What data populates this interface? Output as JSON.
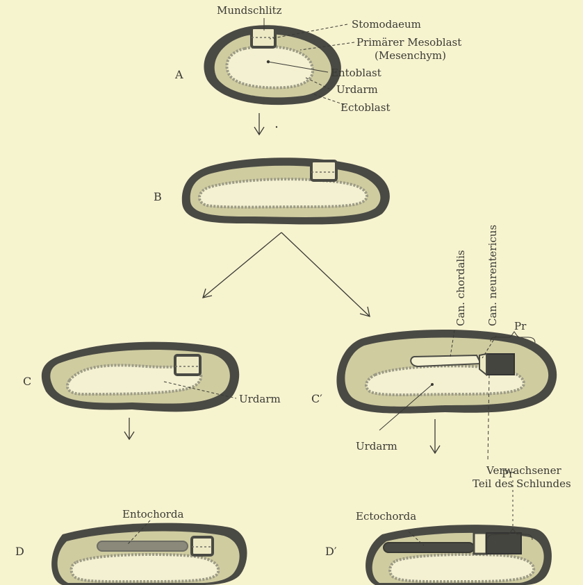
{
  "figure": {
    "panels": {
      "A": "A",
      "B": "B",
      "C": "C",
      "C_prime": "C′",
      "D": "D",
      "D_prime": "D′"
    },
    "labels": {
      "mundschlitz": "Mundschlitz",
      "stomodaeum": "Stomodaeum",
      "primaerer_mesoblast": "Primärer Mesoblast",
      "mesenchym": "(Mesenchym)",
      "entoblast": "Entoblast",
      "urdarm_a": "Urdarm",
      "ectoblast": "Ectoblast",
      "urdarm_c": "Urdarm",
      "can_chordalis": "Can. chordalis",
      "can_neurentericus": "Can. neurentericus",
      "pr_c": "Pr",
      "urdarm_c_prime": "Urdarm",
      "verwachsener_1": "Verwachsener",
      "verwachsener_2": "Teil des Schlundes",
      "entochorda": "Entochorda",
      "ectochorda": "Ectochorda",
      "pr_d": "Pr"
    },
    "colors": {
      "background": "#f6f3cf",
      "ectoblast": "#4a4a44",
      "mesoblast": "#cfcca0",
      "entoblast": "#9c9b86",
      "cavity": "#f4f1d2",
      "chorda": "#6e6d64",
      "primitive_region": "#454540"
    }
  }
}
